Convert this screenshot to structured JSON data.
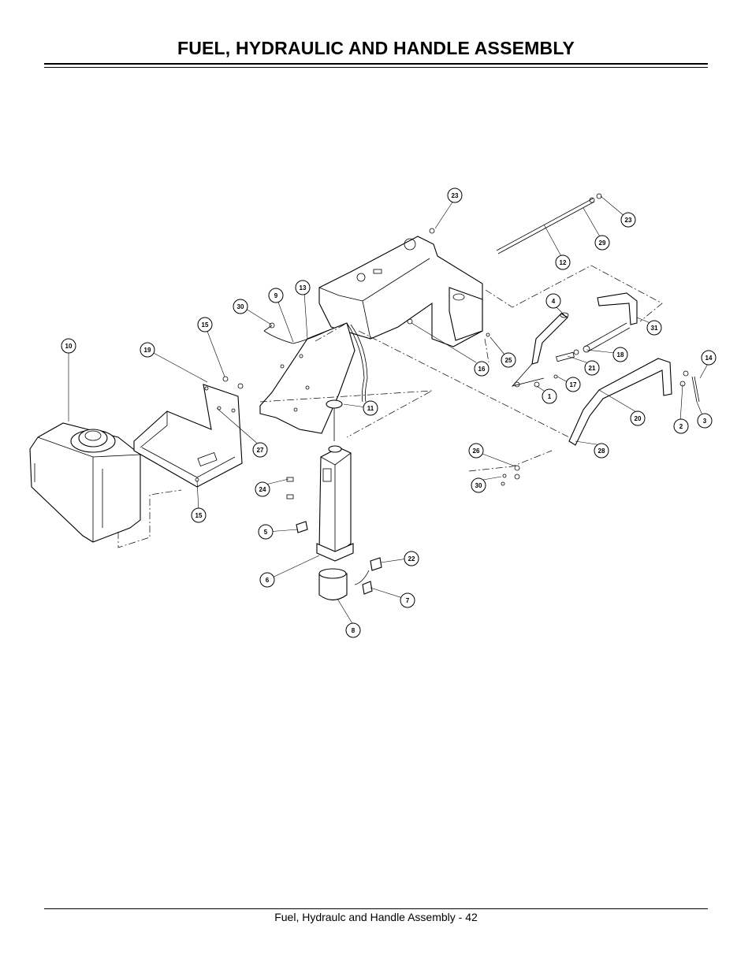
{
  "header": {
    "title": "FUEL, HYDRAULIC AND HANDLE ASSEMBLY"
  },
  "footer": {
    "text": "Fuel, Hydraulc and Handle Assembly - 42"
  },
  "callouts": [
    "1",
    "2",
    "3",
    "4",
    "5",
    "6",
    "7",
    "8",
    "9",
    "10",
    "11",
    "12",
    "13",
    "14",
    "15",
    "15",
    "16",
    "17",
    "18",
    "19",
    "20",
    "21",
    "22",
    "23",
    "23",
    "24",
    "25",
    "26",
    "27",
    "28",
    "29",
    "30",
    "30",
    "31"
  ]
}
